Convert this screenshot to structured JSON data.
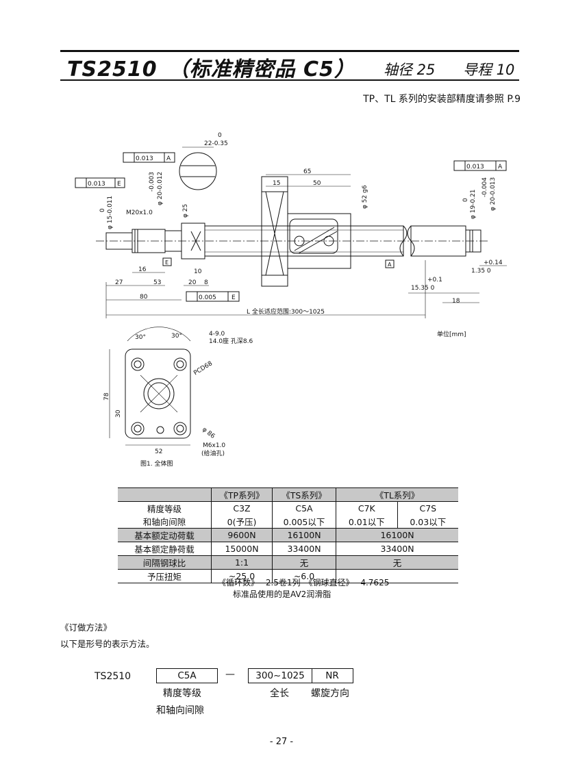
{
  "header": {
    "title": "TS2510　（标准精密品 C5）",
    "spec_shaft": "轴径 25",
    "spec_lead": "导程 10",
    "note": "TP、TL 系列的安装部精度请参照 P.9"
  },
  "drawing": {
    "dims": {
      "tol_a1": "0.013",
      "tol_a1_ref": "A",
      "tol_e1": "0.013",
      "tol_e1_ref": "E",
      "tol_a2": "0.013",
      "tol_a2_ref": "A",
      "perp": "0.005",
      "perp_ref": "E",
      "d_shaft_end": "φ 15-0.011",
      "d_shaft_end_up": "0",
      "thread": "M20x1.0",
      "d20": "φ 20-0.012",
      "d20_up": "-0.003",
      "d25": "φ 25",
      "key": "22-0.35",
      "key_up": "0",
      "len_16": "16",
      "len_27": "27",
      "len_53": "53",
      "len_80": "80",
      "len_10": "10",
      "len_20": "20",
      "len_8": "8",
      "len_65": "65",
      "len_15": "15",
      "len_50": "50",
      "d52": "φ 52 g6",
      "d19": "φ 19-0.21",
      "d19_up": "0",
      "d20r": "φ 20-0.013",
      "d20r_up": "-0.004",
      "len_135": "1.35 0",
      "len_135_up": "+0.14",
      "len_1535": "15.35 0",
      "len_1535_up": "+0.1",
      "len_18": "18",
      "ref_e": "E",
      "ref_a": "A",
      "length": "L  全长适应范围:300～1025",
      "unit": "单位[mm]"
    },
    "flange": {
      "angle1": "30°",
      "angle2": "30°",
      "holes": "4-9.0",
      "counterbore": "14.0座 孔深8.6",
      "pcd": "PCD68",
      "d86": "φ 86",
      "h78": "78",
      "h30": "30",
      "w52": "52",
      "oil": "M6x1.0",
      "oil_note": "(给油孔)"
    },
    "caption": "图1. 全体图"
  },
  "spec_table": {
    "headers": [
      "《TP系列》",
      "《TS系列》",
      "《TL系列》"
    ],
    "rows": [
      {
        "label1": "精度等级",
        "label2": "和轴向间隙",
        "tp1": "C3Z",
        "tp2": "0(予压)",
        "ts1": "C5A",
        "ts2": "0.005以下",
        "tl1a": "C7K",
        "tl2a": "0.01以下",
        "tl1b": "C7S",
        "tl2b": "0.03以下"
      },
      {
        "label": "基本额定动荷载",
        "tp": "9600N",
        "ts": "16100N",
        "tl": "16100N"
      },
      {
        "label": "基本额定静荷载",
        "tp": "15000N",
        "ts": "33400N",
        "tl": "33400N"
      },
      {
        "label": "间隔钢球比",
        "tp": "1:1",
        "ts": "无",
        "tl": "无"
      },
      {
        "label": "予压扭矩",
        "tp": "~25.0",
        "ts": "~6.0",
        "tl": ""
      }
    ],
    "footnote1": "《循环数》　  2.5卷1列　《钢球直径》　   4.7625",
    "footnote2": "标准品使用的是AV2润滑脂"
  },
  "ordering": {
    "heading": "《订做方法》",
    "sub": "以下是形号的表示方法。",
    "part": "TS2510",
    "box1": "C5A",
    "dash": "—",
    "box2": "300~1025",
    "box3": "NR",
    "cap1a": "精度等级",
    "cap1b": "和轴向间隙",
    "cap2": "全长",
    "cap3": "螺旋方向"
  },
  "page_number": "- 27 -"
}
